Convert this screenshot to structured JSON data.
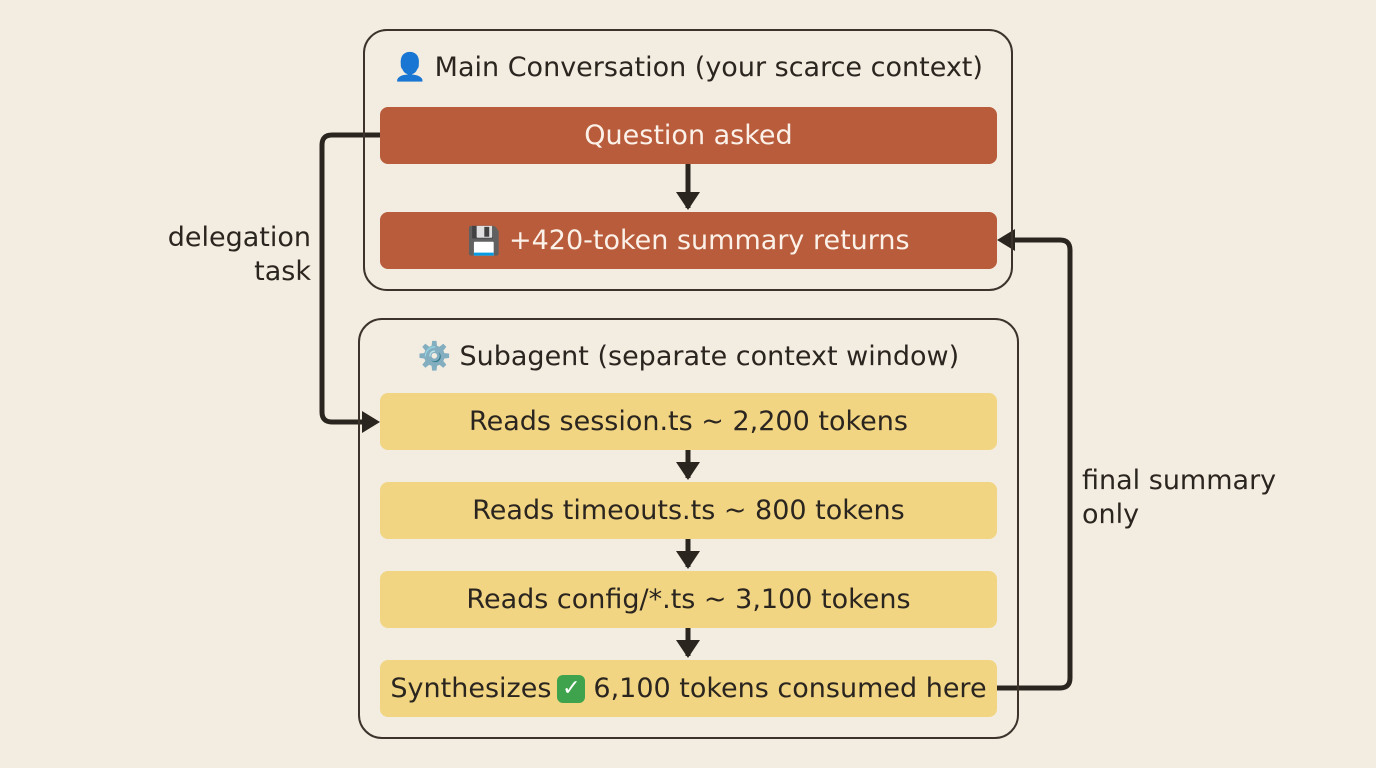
{
  "main_context": {
    "title_icon": "👤",
    "title": "Main Conversation (your scarce context)",
    "question": "Question asked",
    "summary_icon": "💾",
    "summary": "+420-token summary returns"
  },
  "subagent": {
    "title_icon": "⚙️",
    "title": "Subagent (separate context window)",
    "read1": "Reads session.ts ~ 2,200 tokens",
    "read2": "Reads timeouts.ts ~ 800 tokens",
    "read3": "Reads config/*.ts ~ 3,100 tokens",
    "synth_prefix": "Synthesizes",
    "synth_icon": "✓",
    "synth_suffix": "6,100 tokens consumed here"
  },
  "edges": {
    "delegation_line1": "delegation",
    "delegation_line2": "task",
    "final_line1": "final summary",
    "final_line2": "only"
  },
  "colors": {
    "background": "#f3ede1",
    "main_node": "#b85c3c",
    "sub_node": "#f1d583",
    "stroke": "#2b2520",
    "check": "#3fa34d"
  }
}
